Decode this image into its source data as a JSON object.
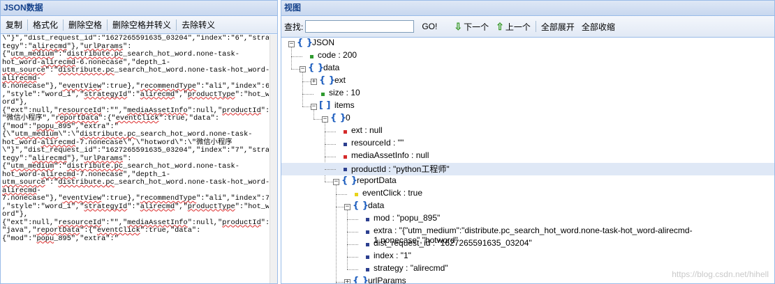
{
  "left": {
    "title": "JSON数据",
    "toolbar": [
      "复制",
      "格式化",
      "删除空格",
      "删除空格并转义",
      "去除转义"
    ],
    "text": "\\\"}\",\"dist_request_id\":\"1627265591635_03204\",\"index\":\"6\",\"stra\ntegy\":\"alirecmd\"},\"urlParams\":\n{\"utm_medium\":\"distribute.pc_search_hot_word.none-task-\nhot_word-alirecmd-6.nonecase\",\"depth_1-\nutm_source\":\"distribute.pc_search_hot_word.none-task-hot_word-\nalirecmd-\n6.nonecase\"},\"eventView\":true},\"recommendType\":\"ali\",\"index\":6\n,\"style\":\"word_1\",\"strategyId\":\"alirecmd\",\"productType\":\"hot_w\nord\"},\n{\"ext\":null,\"resourceId\":\"\",\"mediaAssetInfo\":null,\"productId\":\n\"微信小程序\",\"reportData\":{\"eventClick\":true,\"data\":\n{\"mod\":\"popu_895\",\"extra\":\"\n{\\\"utm_medium\\\":\\\"distribute.pc_search_hot_word.none-task-\nhot_word-alirecmd-7.nonecase\\\",\\\"hotword\\\":\\\"微信小程序\n\\\"}\",\"dist_request_id\":\"1627265591635_03204\",\"index\":\"7\",\"stra\ntegy\":\"alirecmd\"},\"urlParams\":\n{\"utm_medium\":\"distribute.pc_search_hot_word.none-task-\nhot_word-alirecmd-7.nonecase\",\"depth_1-\nutm_source\":\"distribute.pc_search_hot_word.none-task-hot_word-\nalirecmd-\n7.nonecase\"},\"eventView\":true},\"recommendType\":\"ali\",\"index\":7\n,\"style\":\"word_1\",\"strategyId\":\"alirecmd\",\"productType\":\"hot_w\nord\"},\n{\"ext\":null,\"resourceId\":\"\",\"mediaAssetInfo\":null,\"productId\":\n\"java\",\"reportData\":{\"eventClick\":true,\"data\":\n{\"mod\":\"popu_895\",\"extra\":\"",
    "squiggle_words": [
      "alirecmd",
      "urlParams",
      "utm_medium",
      "distribute.pc",
      "utm_source",
      "eventView",
      "recommendType",
      "strategyId",
      "productType",
      "resourceId",
      "mediaAssetInfo",
      "productId",
      "reportData",
      "eventClick",
      "popu"
    ]
  },
  "right": {
    "title": "视图",
    "search_label": "查找:",
    "search_value": "",
    "go_label": "GO!",
    "next_label": "下一个",
    "prev_label": "上一个",
    "expand_all_label": "全部展开",
    "collapse_all_label": "全部收缩",
    "watermark": "https://blog.csdn.net/hihell"
  },
  "tree": [
    {
      "depth": 0,
      "kind": "object",
      "label": "JSON",
      "expanded": true
    },
    {
      "depth": 1,
      "kind": "leaf",
      "label": "code : 200",
      "color": "green"
    },
    {
      "depth": 1,
      "kind": "object",
      "label": "data",
      "expanded": true
    },
    {
      "depth": 2,
      "kind": "object",
      "label": "ext"
    },
    {
      "depth": 2,
      "kind": "leaf",
      "label": "size : 10",
      "color": "green"
    },
    {
      "depth": 2,
      "kind": "array",
      "label": "items",
      "expanded": true
    },
    {
      "depth": 3,
      "kind": "object",
      "label": "0",
      "expanded": true
    },
    {
      "depth": 4,
      "kind": "leaf",
      "label": "ext : null",
      "color": "red"
    },
    {
      "depth": 4,
      "kind": "leaf",
      "label": "resourceId : \"\"",
      "color": "blue"
    },
    {
      "depth": 4,
      "kind": "leaf",
      "label": "mediaAssetInfo : null",
      "color": "red"
    },
    {
      "depth": 4,
      "kind": "leaf",
      "label": "productId : \"python工程师\"",
      "color": "blue",
      "selected": true
    },
    {
      "depth": 4,
      "kind": "object",
      "label": "reportData",
      "expanded": true
    },
    {
      "depth": 5,
      "kind": "leaf",
      "label": "eventClick : true",
      "color": "yellow"
    },
    {
      "depth": 5,
      "kind": "object",
      "label": "data",
      "expanded": true
    },
    {
      "depth": 6,
      "kind": "leaf",
      "label": "mod : \"popu_895\"",
      "color": "blue"
    },
    {
      "depth": 6,
      "kind": "leaf",
      "label": "extra : \"{\"utm_medium\":\"distribute.pc_search_hot_word.none-task-hot_word-alirecmd-1.nonecase\",\"hotword\"",
      "color": "blue"
    },
    {
      "depth": 6,
      "kind": "leaf",
      "label": "dist_request_id : \"1627265591635_03204\"",
      "color": "blue"
    },
    {
      "depth": 6,
      "kind": "leaf",
      "label": "index : \"1\"",
      "color": "blue"
    },
    {
      "depth": 6,
      "kind": "leaf",
      "label": "strategy : \"alirecmd\"",
      "color": "blue"
    },
    {
      "depth": 5,
      "kind": "object",
      "label": "urlParams",
      "expanded": false
    }
  ]
}
